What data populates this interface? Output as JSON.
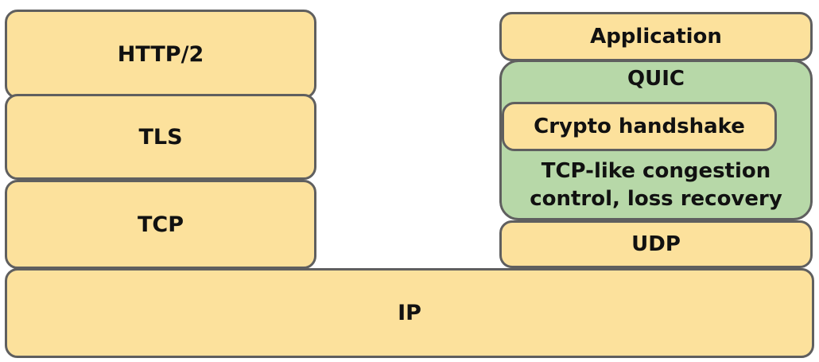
{
  "left_stack": {
    "http2": "HTTP/2",
    "tls": "TLS",
    "tcp": "TCP"
  },
  "right_stack": {
    "application": "Application",
    "quic": {
      "label": "QUIC",
      "crypto": "Crypto handshake",
      "congestion_line1": "TCP-like congestion",
      "congestion_line2": "control, loss recovery"
    },
    "udp": "UDP"
  },
  "shared": {
    "ip": "IP"
  },
  "colors": {
    "layer_fill": "#fce19c",
    "quic_fill": "#b7d8a8",
    "border": "#5f5f5f"
  }
}
